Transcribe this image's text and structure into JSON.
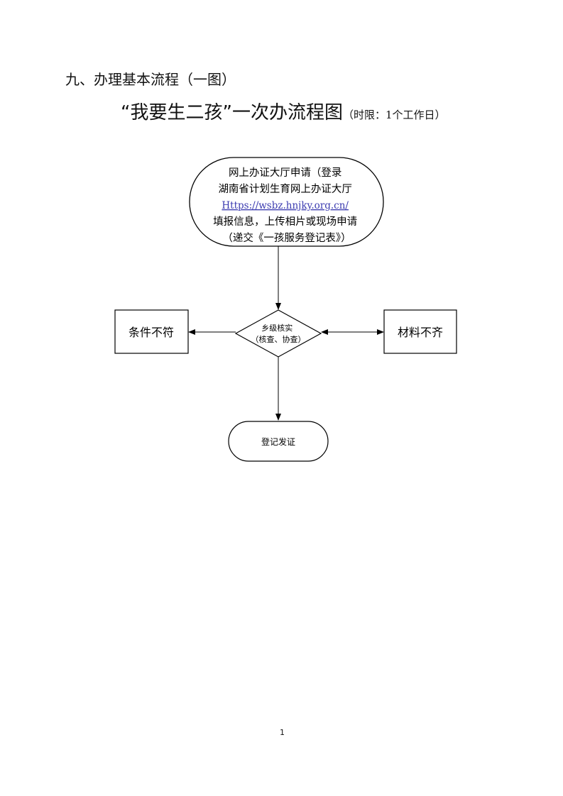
{
  "heading": "九、办理基本流程（一图）",
  "title": {
    "main": "“我要生二孩”一次办流程图",
    "note": "（时限：1个工作日）"
  },
  "flow": {
    "start": {
      "lines": [
        "网上办证大厅申请（登录",
        "湖南省计划生育网上办证大厅",
        "Https://wsbz.hnjky.org.cn/",
        "填报信息，上传相片或现场申请",
        "（递交《一孩服务登记表》）"
      ]
    },
    "decision": {
      "lines": [
        "乡级核实",
        "（核查、协查）"
      ]
    },
    "left": "条件不符",
    "right": "材料不齐",
    "end": "登记发证"
  },
  "link_color": "#3b3bb0",
  "page_number": "1"
}
